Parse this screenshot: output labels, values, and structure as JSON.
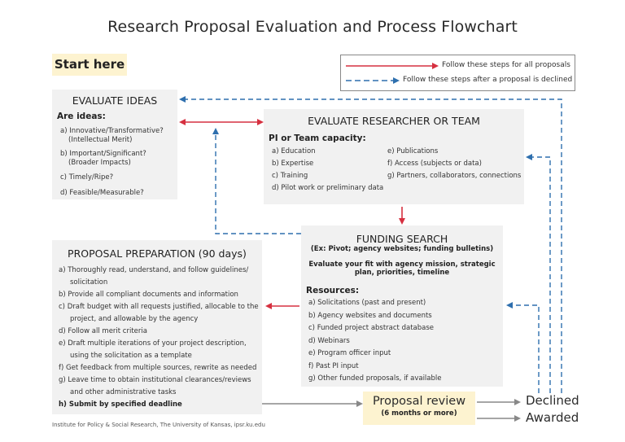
{
  "title": "Research Proposal Evaluation and Process Flowchart",
  "start_here": "Start here",
  "legend": {
    "all": "Follow these steps for all proposals",
    "declined": "Follow these steps after a proposal is declined"
  },
  "evaluate_ideas": {
    "heading": "EVALUATE IDEAS",
    "subheading": "Are ideas:",
    "items": [
      {
        "line1": "a) Innovative/Transformative?",
        "line2": "(Intellectual Merit)"
      },
      {
        "line1": "b) Important/Significant?",
        "line2": "(Broader Impacts)"
      },
      {
        "line1": "c) Timely/Ripe?",
        "line2": ""
      },
      {
        "line1": "d) Feasible/Measurable?",
        "line2": ""
      }
    ]
  },
  "evaluate_researcher": {
    "heading": "EVALUATE RESEARCHER OR TEAM",
    "subheading": "PI or Team capacity:",
    "left": [
      "a) Education",
      "b) Expertise",
      "c) Training",
      "d) Pilot work or preliminary data"
    ],
    "right": [
      "e) Publications",
      "f) Access (subjects or data)",
      "g) Partners, collaborators, connections"
    ]
  },
  "funding_search": {
    "heading": "FUNDING SEARCH",
    "note": "(Ex: Pivot; agency websites; funding bulletins)",
    "evaluate_line1": "Evaluate your fit with agency mission, strategic",
    "evaluate_line2": "plan, priorities, timeline",
    "resources_label": "Resources:",
    "resources": [
      "a) Solicitations (past and present)",
      "b) Agency websites and documents",
      "c) Funded project abstract database",
      "d) Webinars",
      "e) Program officer input",
      "f) Past PI input",
      "g) Other funded proposals, if available"
    ]
  },
  "proposal_prep": {
    "heading": "PROPOSAL PREPARATION (90 days)",
    "lines": [
      "a) Thoroughly read, understand, and follow guidelines/",
      "solicitation",
      "b) Provide all compliant documents and information",
      "c) Draft budget with all requests justified, allocable to the",
      "project, and allowable by the agency",
      "d) Follow all merit criteria",
      "e) Draft multiple iterations of your project description,",
      "using the solicitation as a template",
      "f) Get feedback from multiple sources, rewrite as needed",
      "g) Leave time to obtain institutional clearances/reviews",
      "and other administrative tasks",
      "h) Submit by specified deadline"
    ]
  },
  "proposal_review": {
    "label": "Proposal review",
    "duration": "(6 months or more)"
  },
  "outcomes": {
    "declined": "Declined",
    "awarded": "Awarded"
  },
  "footer": "Institute for Policy & Social Research, The University of Kansas, ipsr.ku.edu",
  "colors": {
    "red": "#d63040",
    "blue": "#2e6fae",
    "gray": "#888888",
    "box": "#f1f1f1",
    "highlight": "#fdf3d0"
  }
}
